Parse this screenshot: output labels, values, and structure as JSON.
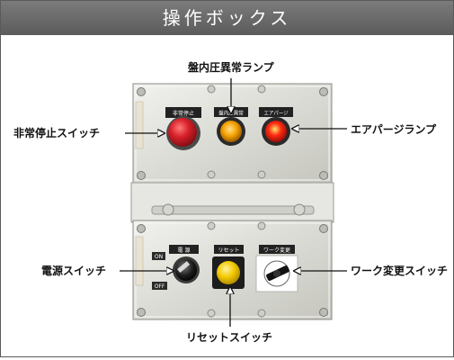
{
  "title": "操作ボックス",
  "labels": {
    "pressure_lamp": "盤内圧異常ランプ",
    "emergency_stop": "非常停止スイッチ",
    "air_purge_lamp": "エアパージランプ",
    "power_switch": "電源スイッチ",
    "work_change_switch": "ワーク変更スイッチ",
    "reset_switch": "リセットスイッチ"
  },
  "panel_text": {
    "emergency_plate": "非常停止",
    "pressure_plate": "盤内圧異常",
    "air_purge_plate": "エアパージ",
    "power_plate": "電 源",
    "reset_plate": "リセット",
    "work_change_plate": "ワーク変更",
    "on": "ON",
    "off": "OFF"
  },
  "colors": {
    "title_bar": "#6b6b6b",
    "panel": "#dcdcd6",
    "stop_red": "#d8202a",
    "lamp_amber": "#f3a100",
    "lamp_red": "#ff2a12",
    "reset_yellow": "#f2c900"
  }
}
